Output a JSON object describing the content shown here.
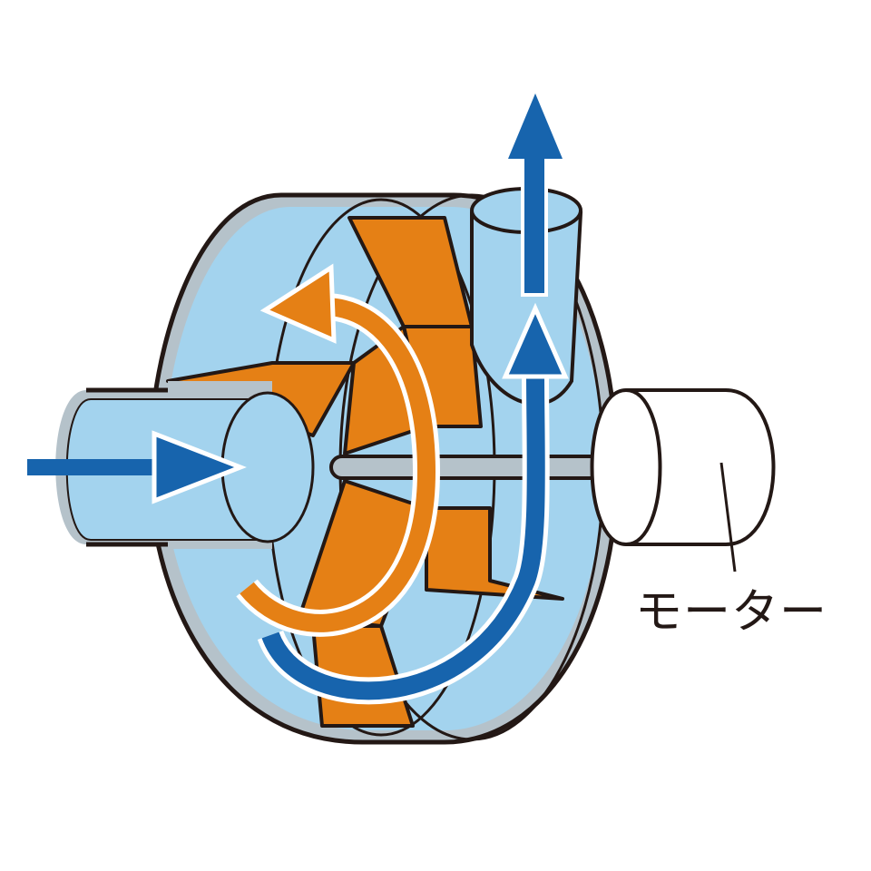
{
  "labels": {
    "motor": "モーター"
  },
  "colors": {
    "housing": "#a3d3ee",
    "housing_rim": "#b5c2ca",
    "impeller": "#e58015",
    "flow_arrow": "#1764ad",
    "outline": "#231815"
  },
  "icons": [
    "inlet-flow-arrow",
    "outlet-flow-arrow",
    "rotation-arrow",
    "internal-flow-arrow"
  ]
}
